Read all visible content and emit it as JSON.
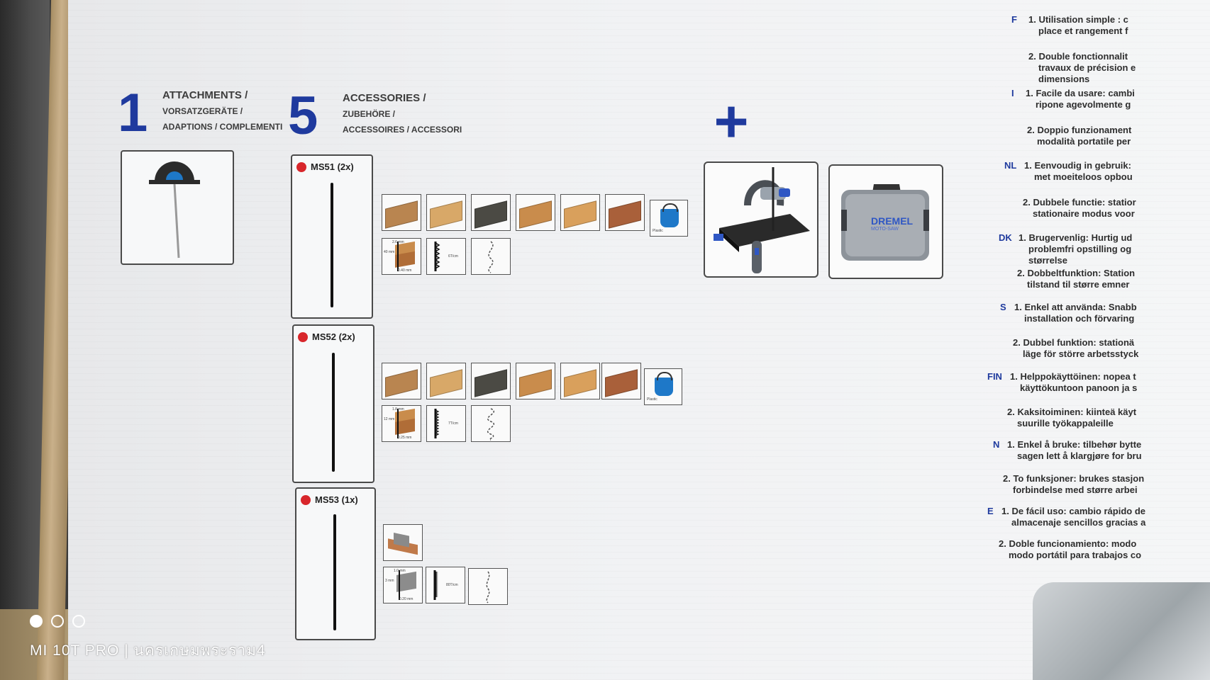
{
  "sections": {
    "attachments": {
      "number": "1",
      "title": "ATTACHMENTS /",
      "subtitle1": "VORSATZGERÄTE /",
      "subtitle2": "ADAPTIONS / COMPLEMENTI"
    },
    "accessories": {
      "number": "5",
      "title": "ACCESSORIES /",
      "subtitle1": "ZUBEHÖRE /",
      "subtitle2": "ACCESSOIRES / ACCESSORI"
    },
    "plus_symbol": "+"
  },
  "blades": [
    {
      "label": "MS51 (2x)",
      "specs": {
        "thickness": "2.6 mm",
        "height": "40 mm",
        "width": "0.40 mm",
        "tpi": "6T/cm"
      }
    },
    {
      "label": "MS52 (2x)",
      "specs": {
        "thickness": "1.8 mm",
        "height": "12 mm",
        "width": "0.25 mm",
        "tpi": "7T/cm"
      }
    },
    {
      "label": "MS53 (1x)",
      "specs": {
        "thickness": "1.0 mm",
        "height": "3 mm",
        "width": "0.20 mm",
        "tpi": "80T/cm"
      }
    }
  ],
  "material_label": "Plastic",
  "case_brand": "DREMEL",
  "case_model": "MOTO-SAW",
  "languages": [
    {
      "code": "F",
      "lines": [
        "1. Utilisation simple : c",
        "place et rangement f"
      ]
    },
    {
      "code": "",
      "lines": [
        "2. Double fonctionnalit",
        "travaux de précision e",
        "dimensions"
      ]
    },
    {
      "code": "I",
      "lines": [
        "1. Facile da usare: cambi",
        "ripone agevolmente g"
      ]
    },
    {
      "code": "",
      "lines": [
        "2. Doppio funzionament",
        "modalità portatile per"
      ]
    },
    {
      "code": "NL",
      "lines": [
        "1. Eenvoudig in gebruik:",
        "met moeiteloos opbou"
      ]
    },
    {
      "code": "",
      "lines": [
        "2. Dubbele functie: statior",
        "stationaire modus voor"
      ]
    },
    {
      "code": "DK",
      "lines": [
        "1. Brugervenlig: Hurtig ud",
        "problemfri opstilling og",
        "størrelse"
      ]
    },
    {
      "code": "",
      "lines": [
        "2. Dobbeltfunktion: Station",
        "tilstand til større emner"
      ]
    },
    {
      "code": "S",
      "lines": [
        "1. Enkel att använda: Snabb",
        "installation och förvaring"
      ]
    },
    {
      "code": "",
      "lines": [
        "2. Dubbel funktion: stationä",
        "läge för större arbetsstyck"
      ]
    },
    {
      "code": "FIN",
      "lines": [
        "1. Helppokäyttöinen: nopea t",
        "käyttökuntoon panoon ja s"
      ]
    },
    {
      "code": "",
      "lines": [
        "2. Kaksitoiminen: kiinteä käyt",
        "suurille työkappaleille"
      ]
    },
    {
      "code": "N",
      "lines": [
        "1. Enkel å bruke: tilbehør bytte",
        "sagen lett å klargjøre for bru"
      ]
    },
    {
      "code": "",
      "lines": [
        "2. To funksjoner: brukes stasjon",
        "forbindelse med større arbei"
      ]
    },
    {
      "code": "E",
      "lines": [
        "1. De fácil uso: cambio rápido de",
        "almacenaje sencillos gracias a"
      ]
    },
    {
      "code": "",
      "lines": [
        "2. Doble funcionamiento: modo",
        "modo portátil para trabajos co"
      ]
    }
  ],
  "watermark": {
    "text": "MI 10T PRO | นครเกษมพระราม4"
  },
  "colors": {
    "accent_blue": "#1f3a9e",
    "dot_red": "#d8262b",
    "bucket_blue": "#1e78c8"
  }
}
